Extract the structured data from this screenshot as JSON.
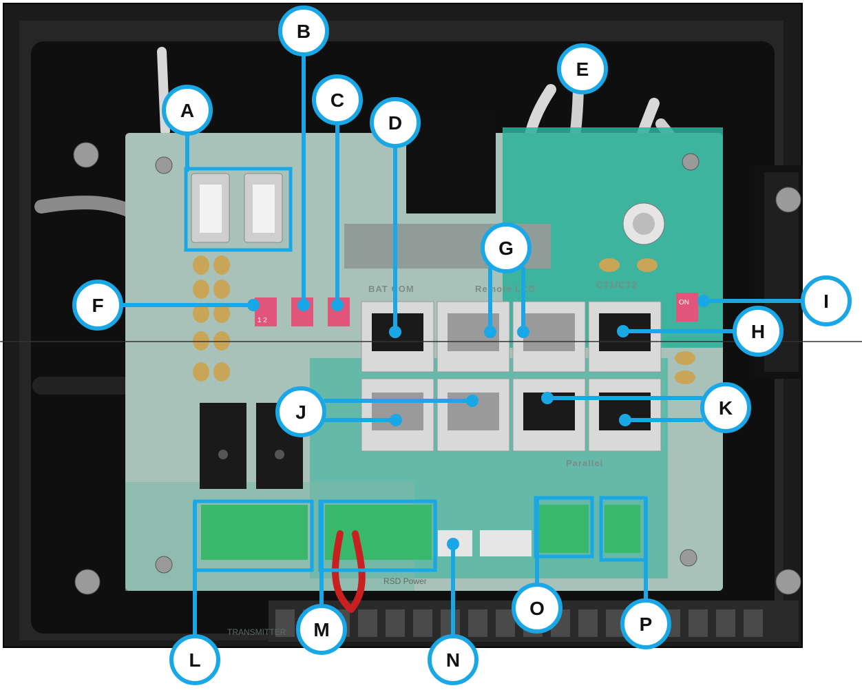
{
  "colors": {
    "callout": "#1aa7e6",
    "callout_fill": "#ffffff",
    "letter": "#111111",
    "enclosure": "#1b1b1b",
    "board": "#a9c2b9",
    "board_teal": "#2bb29a",
    "dip_switch": "#e2557a",
    "terminal": "#39b86b",
    "rj45": "#d9d9d9"
  },
  "silkscreen": {
    "bat_com": "BAT COM",
    "remote_lcd": "Remote LCD",
    "ct1_ct2": "CT1/CT2",
    "parallel": "Parallel",
    "rsd_power": "RSD Power",
    "dip_on": "ON",
    "dip_12": "1 2",
    "transmitter": "TRANSMITTER"
  },
  "callouts": [
    {
      "id": "A",
      "target": "usb-ports"
    },
    {
      "id": "B",
      "target": "dip-switch"
    },
    {
      "id": "C",
      "target": "dip-switch"
    },
    {
      "id": "D",
      "target": "bat-com-port"
    },
    {
      "id": "E",
      "target": "ct-cables"
    },
    {
      "id": "F",
      "target": "dip-switch"
    },
    {
      "id": "G",
      "target": "remote-lcd-ports"
    },
    {
      "id": "H",
      "target": "ct-port"
    },
    {
      "id": "I",
      "target": "dip-switch"
    },
    {
      "id": "J",
      "target": "rj45-ports"
    },
    {
      "id": "K",
      "target": "parallel-ports"
    },
    {
      "id": "L",
      "target": "terminal-block"
    },
    {
      "id": "M",
      "target": "rsd-power-terminal"
    },
    {
      "id": "N",
      "target": "connector"
    },
    {
      "id": "O",
      "target": "terminal-block"
    },
    {
      "id": "P",
      "target": "terminal-block"
    }
  ]
}
